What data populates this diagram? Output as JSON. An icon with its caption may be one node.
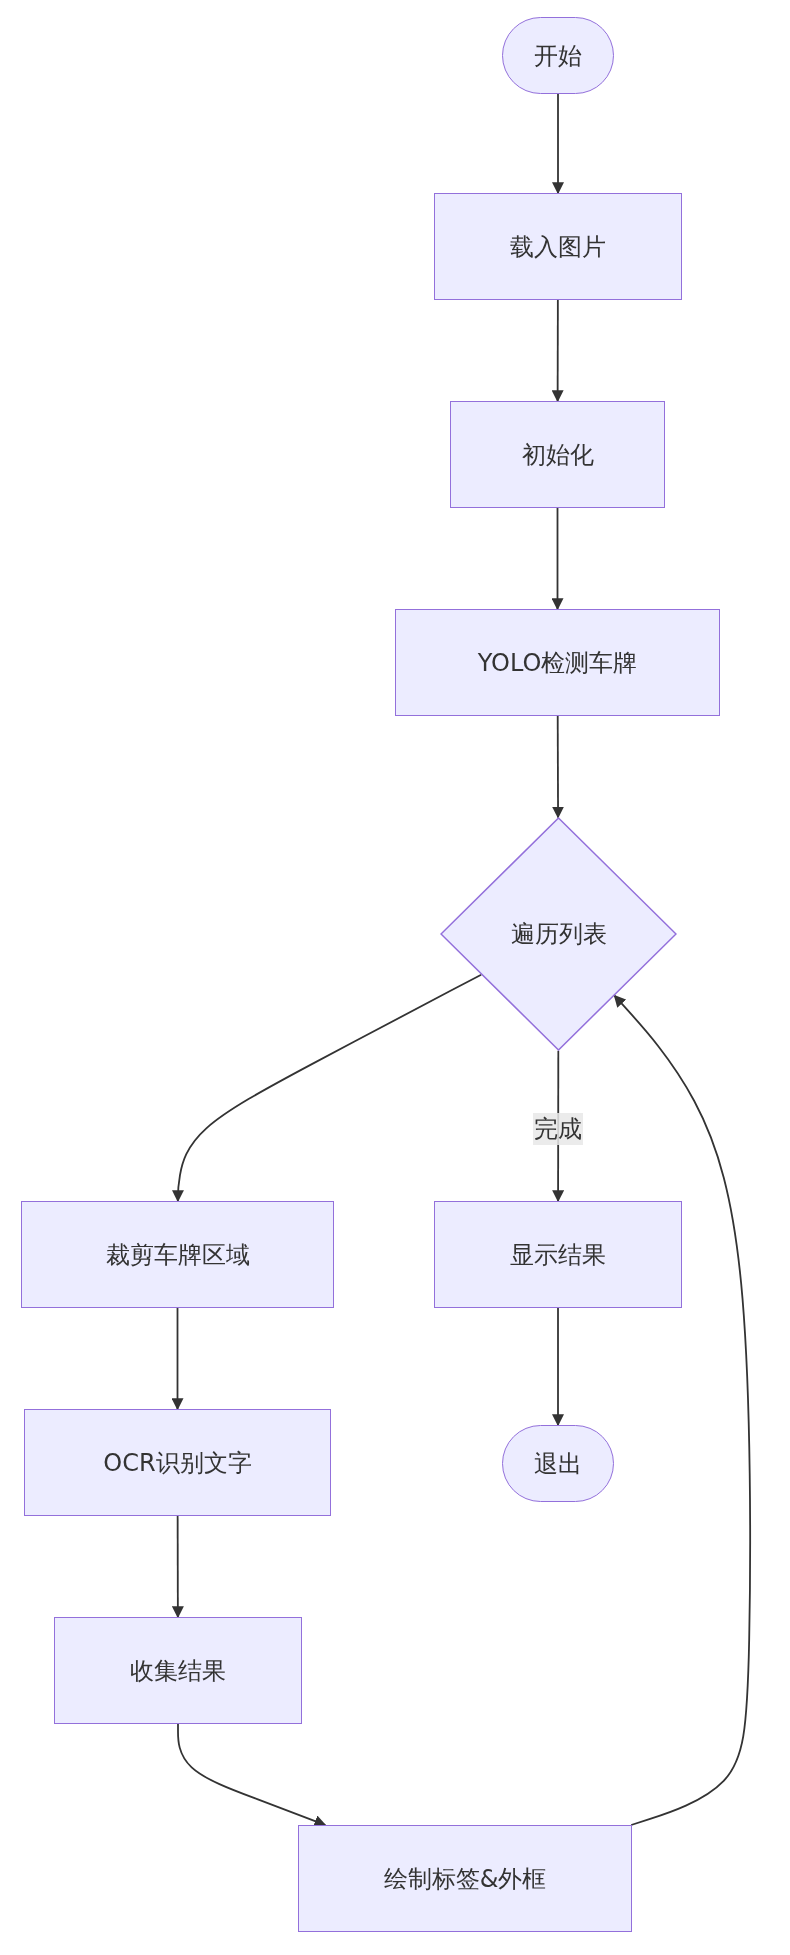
{
  "diagram": {
    "nodes": [
      {
        "text": [
          "开始"
        ]
      },
      {
        "text": [
          "载入图片"
        ]
      },
      {
        "text": [
          "初始化"
        ]
      },
      {
        "text": [
          "YOLO检测车牌"
        ]
      },
      {
        "text": [
          "遍历列表"
        ]
      },
      {
        "text": [
          "裁剪车牌区域"
        ]
      },
      {
        "text": [
          "显示结果"
        ]
      },
      {
        "text": [
          "OCR识别文字"
        ]
      },
      {
        "text": [
          "退出"
        ]
      },
      {
        "text": [
          "收集结果"
        ]
      },
      {
        "text": [
          "绘制标签&外框"
        ]
      }
    ],
    "edges": [
      {
        "from": 0,
        "to": 1,
        "arrow": "to"
      },
      {
        "from": 1,
        "to": 2,
        "arrow": "to"
      },
      {
        "from": 2,
        "to": 3,
        "arrow": "to"
      },
      {
        "from": 3,
        "to": 4,
        "arrow": "to"
      },
      {
        "from": 4,
        "to": 5,
        "arrow": "to"
      },
      {
        "from": 4,
        "to": 6,
        "arrow": "to",
        "label": "完成"
      },
      {
        "from": 5,
        "to": 7,
        "arrow": "to"
      },
      {
        "from": 7,
        "to": 9,
        "arrow": "to"
      },
      {
        "from": 9,
        "to": 10,
        "arrow": "to"
      },
      {
        "from": 10,
        "to": 4,
        "arrow": "to"
      },
      {
        "from": 6,
        "to": 8,
        "arrow": "to"
      }
    ]
  }
}
